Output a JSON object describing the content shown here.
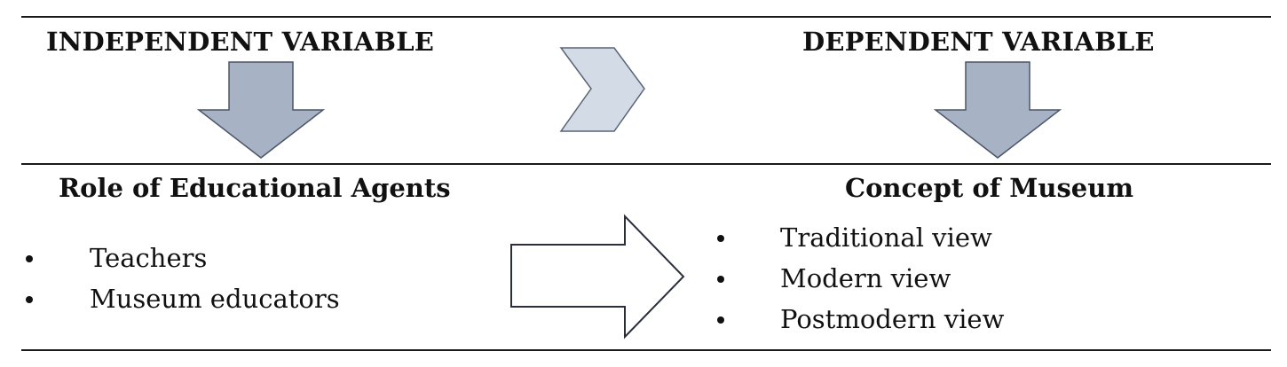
{
  "independent": {
    "header": "INDEPENDENT VARIABLE",
    "title": "Role of Educational Agents",
    "items": [
      {
        "label": "Teachers"
      },
      {
        "label": "Museum educators"
      }
    ]
  },
  "dependent": {
    "header": "DEPENDENT VARIABLE",
    "title": "Concept of Museum",
    "items": [
      {
        "label": "Traditional view"
      },
      {
        "label": "Modern view"
      },
      {
        "label": "Postmodern view"
      }
    ]
  },
  "colors": {
    "down_arrow_fill": "#a7b2c5",
    "down_arrow_stroke": "#4a5568",
    "chevron_fill": "#d3dbe6",
    "chevron_stroke": "#5a6575",
    "right_arrow_fill": "#ffffff",
    "right_arrow_stroke": "#2a2f3a"
  }
}
